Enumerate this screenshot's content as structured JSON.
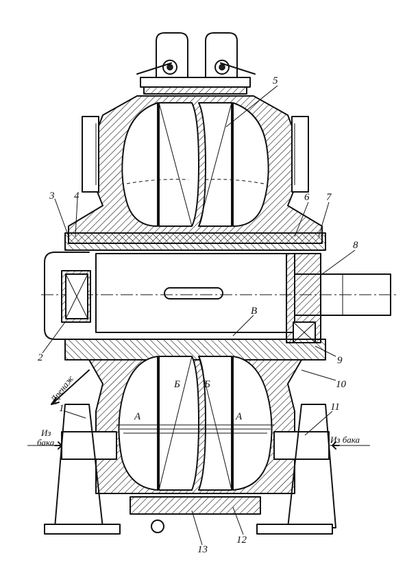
{
  "labels": {
    "n1": "1",
    "n2": "2",
    "n3": "3",
    "n4": "4",
    "n5": "5",
    "n6": "6",
    "n7": "7",
    "n8": "8",
    "n9": "9",
    "n10": "10",
    "n11": "11",
    "n12": "12",
    "n13": "13",
    "A_left": "A",
    "A_right": "A",
    "B_left": "Б",
    "B_right": "Б",
    "V": "В"
  },
  "annotations": {
    "drainage": "Дренаж",
    "from_tank_left_1": "Из",
    "from_tank_left_2": "бака",
    "from_tank_right": "Из бака"
  }
}
